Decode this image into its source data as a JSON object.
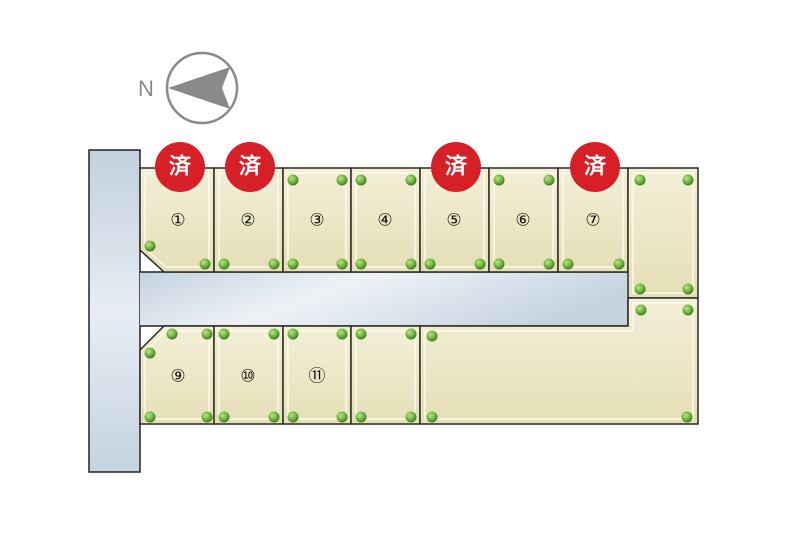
{
  "compass": {
    "label": "N",
    "color": "#8a8a8a"
  },
  "colors": {
    "road": "#c9d7e4",
    "road_highlight": "#eef2f6",
    "lot_fill": "#ece7c4",
    "lot_light": "#f6f3df",
    "lot_border": "#2b2a22",
    "sold_badge": "#d61f26",
    "tree": "#6cb33e"
  },
  "sold_label": "済",
  "lots": [
    {
      "id": "1",
      "label": "①",
      "sold": true
    },
    {
      "id": "2",
      "label": "②",
      "sold": true
    },
    {
      "id": "3",
      "label": "③",
      "sold": false
    },
    {
      "id": "4",
      "label": "④",
      "sold": false
    },
    {
      "id": "5",
      "label": "⑤",
      "sold": true
    },
    {
      "id": "6",
      "label": "⑥",
      "sold": false
    },
    {
      "id": "7",
      "label": "⑦",
      "sold": true
    },
    {
      "id": "8",
      "label": "",
      "sold": false
    },
    {
      "id": "9",
      "label": "⑨",
      "sold": false
    },
    {
      "id": "10",
      "label": "⑩",
      "sold": false
    },
    {
      "id": "11",
      "label": "⑪",
      "sold": false
    },
    {
      "id": "12",
      "label": "",
      "sold": false
    },
    {
      "id": "13",
      "label": "",
      "sold": false
    }
  ]
}
